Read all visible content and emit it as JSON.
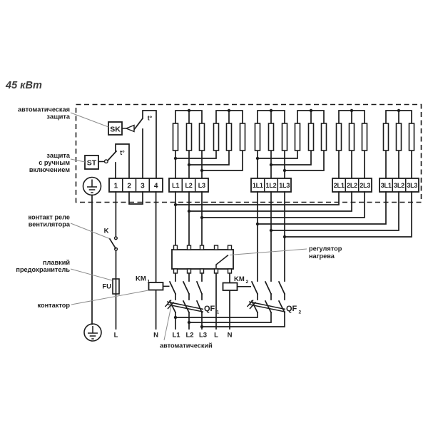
{
  "diagram": {
    "power_rating": "45 кВт",
    "annotations": {
      "auto_protection_1": "автоматическая",
      "auto_protection_2": "защита",
      "manual_protection_1": "защита",
      "manual_protection_2": "с ручным",
      "manual_protection_3": "включением",
      "fan_relay_1": "контакт реле",
      "fan_relay_2": "вентилятора",
      "fuse_1": "плавкий",
      "fuse_2": "предохранитель",
      "contactor": "контактор",
      "regulator_1": "регулятор",
      "regulator_2": "нагрева",
      "breaker": "автоматический"
    },
    "devices": {
      "sk": "SK",
      "st": "ST",
      "temp_sensor": "t°",
      "fan_relay": "K",
      "fuse": "FU",
      "km": "KM",
      "km1_index": "1",
      "km2_index": "2",
      "qf": "QF",
      "qf1_index": "1",
      "qf2_index": "2"
    },
    "terminal_blocks": {
      "control": [
        "1",
        "2",
        "3",
        "4"
      ],
      "stage_l": [
        "L1",
        "L2",
        "L3"
      ],
      "stage_1l": [
        "1L1",
        "1L2",
        "1L3"
      ],
      "stage_2l": [
        "2L1",
        "2L2",
        "2L3"
      ],
      "stage_3l": [
        "3L1",
        "3L2",
        "3L3"
      ]
    },
    "supply": {
      "l_fuse": "L",
      "n_km1": "N",
      "phase_1": "L1",
      "phase_2": "L2",
      "phase_3": "L3",
      "l_reg": "L",
      "n_reg": "N"
    },
    "colors": {
      "line": "#1c1c1c",
      "pointer_line": "#8c8c8c",
      "power_text": "#3d3d3d",
      "background": "#ffffff"
    }
  }
}
